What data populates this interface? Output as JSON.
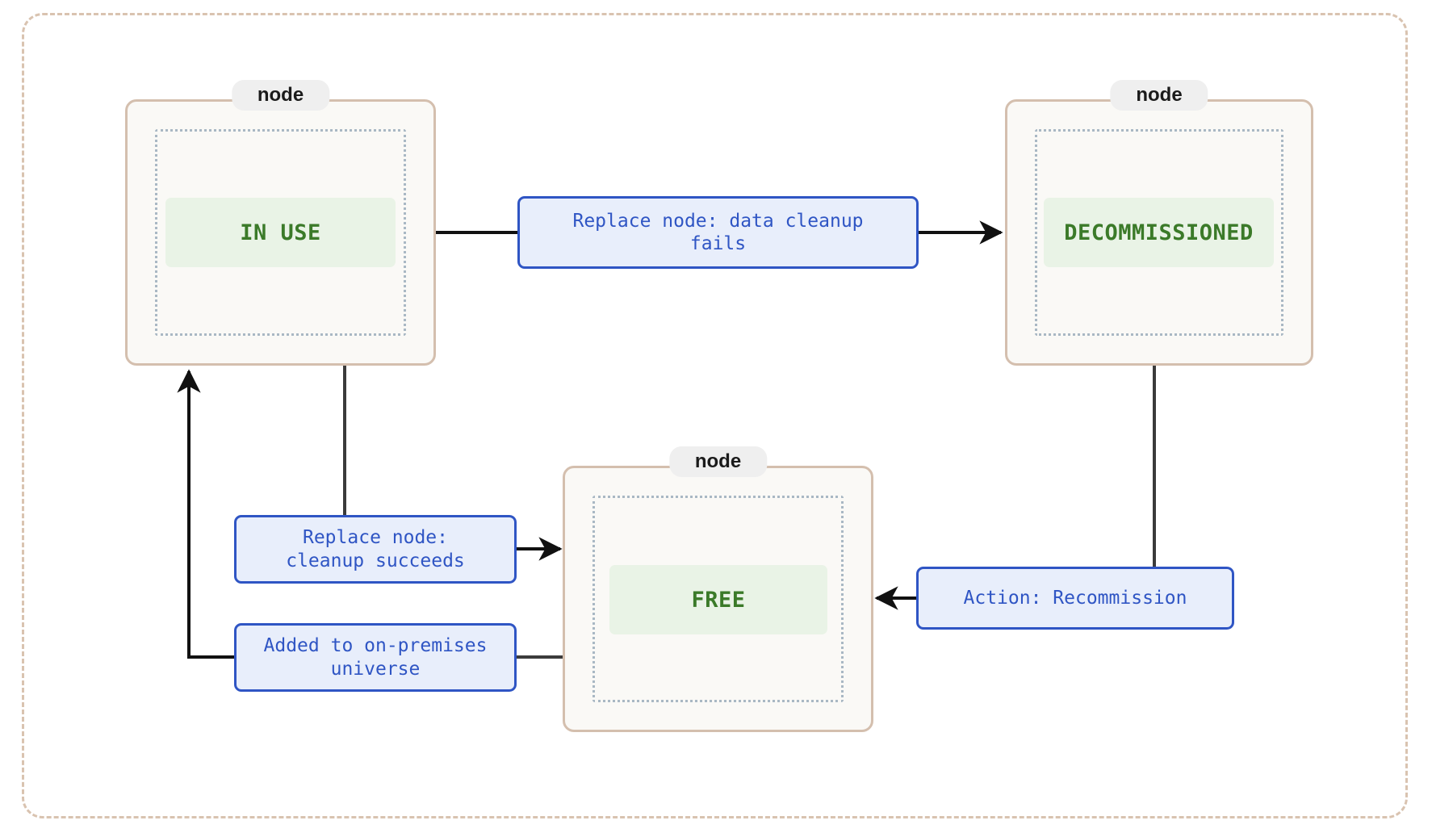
{
  "diagram": {
    "type": "state-transition-diagram",
    "frame": {
      "style": "dash-dot",
      "color": "#d9c3b0"
    },
    "colors": {
      "cluster_border": "#d4bfae",
      "cluster_fill": "#faf9f6",
      "cluster_inner_border": "#a9b8c4",
      "cluster_title_bg": "#efefef",
      "state_fill": "#e9f3e6",
      "state_text": "#3b7a29",
      "edge_label_fill": "#e8eefb",
      "edge_label_border": "#2f55c4",
      "edge_label_text": "#2f55c4",
      "edge_stroke": "#3b3b3b"
    },
    "clusters": [
      {
        "id": "in-use",
        "title": "node",
        "state": "IN USE"
      },
      {
        "id": "decommissioned",
        "title": "node",
        "state": "DECOMMISSIONED"
      },
      {
        "id": "free",
        "title": "node",
        "state": "FREE"
      }
    ],
    "transitions": [
      {
        "id": "cleanup-fails",
        "label": "Replace node: data cleanup\nfails",
        "from": "IN USE",
        "to": "DECOMMISSIONED"
      },
      {
        "id": "cleanup-ok",
        "label": "Replace node:\ncleanup succeeds",
        "from": "IN USE",
        "to": "FREE"
      },
      {
        "id": "added-onprem",
        "label": "Added to on-premises\nuniverse",
        "from": "FREE",
        "to": "IN USE"
      },
      {
        "id": "recommission",
        "label": "Action: Recommission",
        "from": "DECOMMISSIONED",
        "to": "FREE"
      }
    ]
  }
}
